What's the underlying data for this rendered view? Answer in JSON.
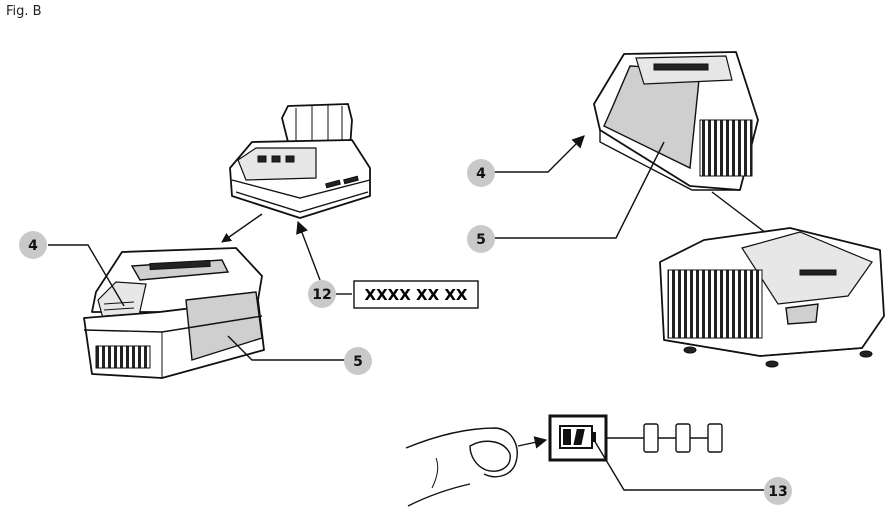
{
  "figure": {
    "label": "Fig. B"
  },
  "callouts": {
    "c4_left": "4",
    "c5_left": "5",
    "c12": "12",
    "c4_right": "4",
    "c5_right": "5",
    "c13": "13"
  },
  "model_code": "XXXX XX XX"
}
